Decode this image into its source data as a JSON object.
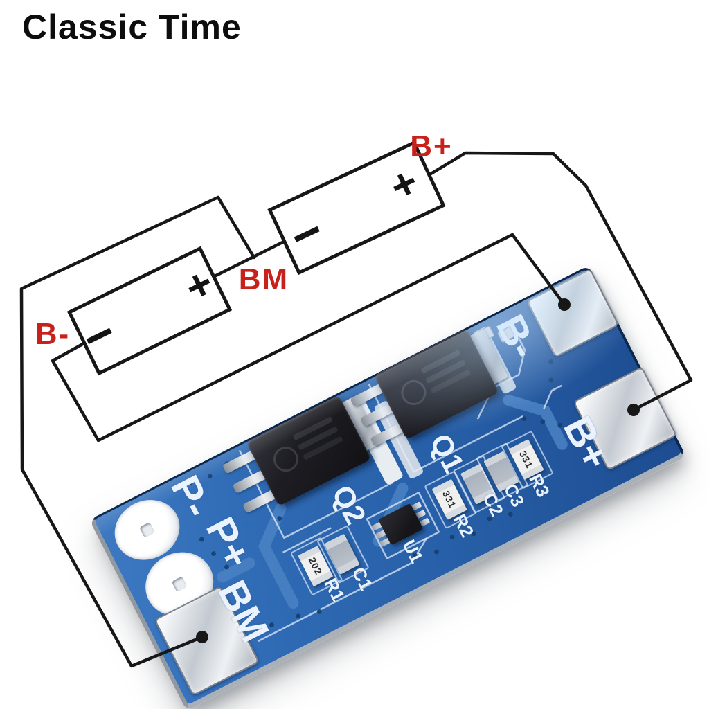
{
  "title": "Classic Time",
  "colors": {
    "label_red": "#c8211b",
    "wire_black": "#171717",
    "board_blue": "#2b66af",
    "silkscreen_white": "#eaf3fd",
    "pad_silver": "#d9dde2"
  },
  "schematic": {
    "label_b_plus": "B+",
    "label_bm": "BM",
    "label_b_minus": "B-",
    "plus_symbol": "+",
    "minus_symbol": "−"
  },
  "board": {
    "silkscreen": {
      "p_minus": "P-",
      "p_plus": "P+",
      "bm": "BM",
      "b_minus": "B-",
      "b_plus": "B+",
      "q1": "Q1",
      "q2": "Q2",
      "u1": "U1",
      "r1": "R1",
      "c1": "C1",
      "r2": "R2",
      "c2": "C2",
      "c3": "C3",
      "r3": "R3"
    },
    "smd_codes": {
      "r1": "202",
      "r2": "331",
      "r3": "331"
    }
  }
}
